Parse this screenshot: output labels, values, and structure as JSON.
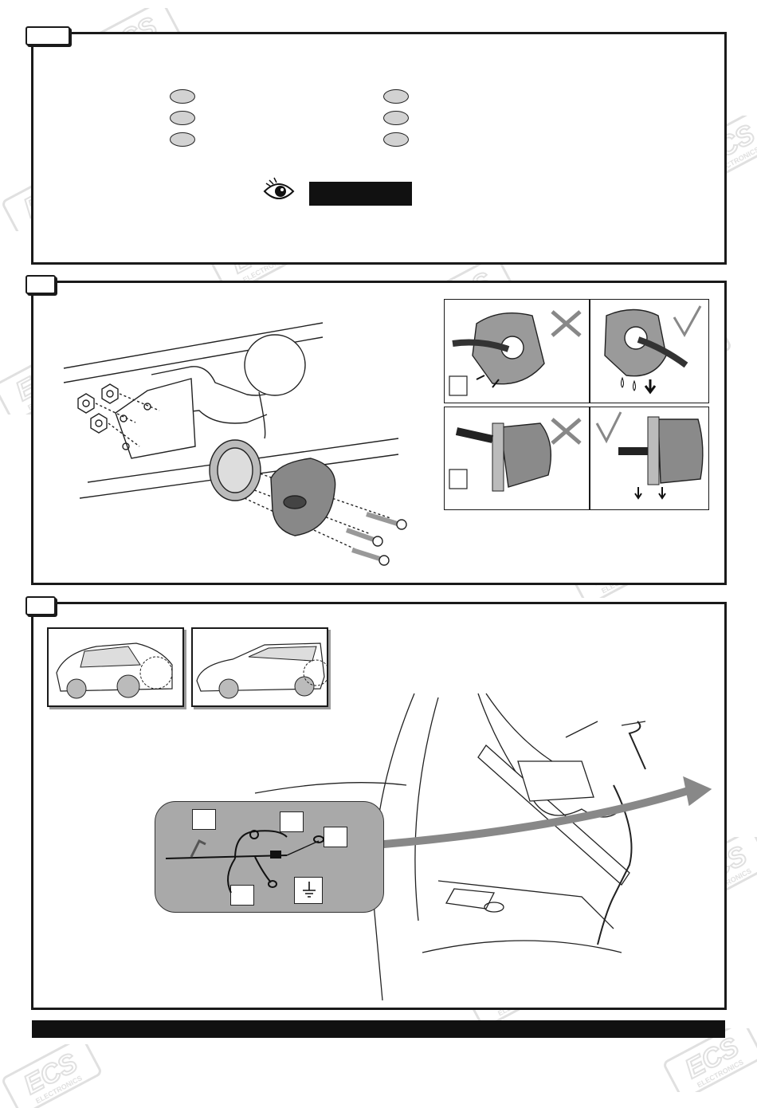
{
  "document": {
    "brand_watermark": "ECS",
    "brand_watermark_sub": "ELECTRONICS",
    "footer_text": ""
  },
  "step1": {
    "tab_label": "",
    "left_ovals": [
      "",
      "",
      ""
    ],
    "right_ovals": [
      "",
      "",
      ""
    ],
    "eye_label": ""
  },
  "step2": {
    "tab_label": "",
    "insets": [
      {
        "verdict": "wrong",
        "mark": "X"
      },
      {
        "verdict": "correct",
        "mark": "check"
      },
      {
        "verdict": "wrong",
        "mark": "X"
      },
      {
        "verdict": "correct",
        "mark": "check"
      }
    ]
  },
  "step3": {
    "tab_label": "",
    "harness_labels": [
      "",
      "",
      "",
      "",
      ""
    ]
  },
  "colors": {
    "frame": "#1a1a1a",
    "oval_fill": "#d2d2d2",
    "harness_panel": "#a9a9a9",
    "watermark": "#c8c8c8"
  }
}
